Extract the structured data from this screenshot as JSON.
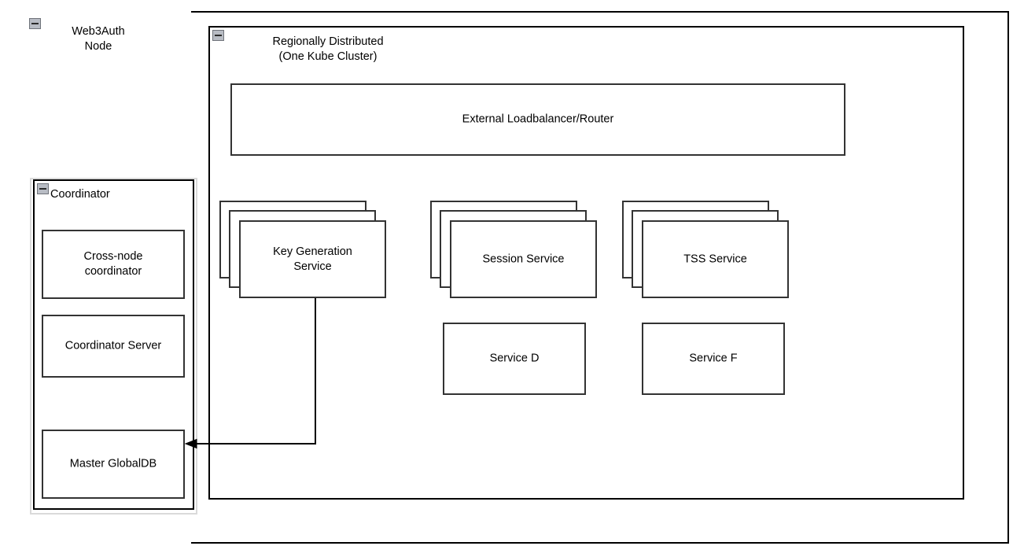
{
  "diagram": {
    "type": "architecture-diagram",
    "background": "#ffffff",
    "line_color": "#333333",
    "container_line_color": "#000000",
    "collapse_icon_fill": "#b8bcc4",
    "collapse_icon_stroke": "#6f737a"
  },
  "outer_frame": {
    "name": "outer-page-frame"
  },
  "web3auth_node": {
    "label": "Web3Auth\nNode",
    "collapse_icon": "collapse-minus-icon"
  },
  "regionally_distributed": {
    "label": "Regionally Distributed\n(One Kube Cluster)",
    "collapse_icon": "collapse-minus-icon"
  },
  "coordinator": {
    "label": "Coordinator",
    "collapse_icon": "collapse-minus-icon",
    "children": [
      {
        "id": "cross-node-coordinator",
        "label": "Cross-node\ncoordinator"
      },
      {
        "id": "coordinator-server",
        "label": "Coordinator Server"
      },
      {
        "id": "master-globaldb",
        "label": "Master GlobalDB"
      }
    ]
  },
  "loadbalancer": {
    "label": "External Loadbalancer/Router"
  },
  "services": {
    "stacked": [
      {
        "id": "key-generation-service",
        "label": "Key Generation\nService",
        "replicas": 3
      },
      {
        "id": "session-service",
        "label": "Session Service",
        "replicas": 3
      },
      {
        "id": "tss-service",
        "label": "TSS Service",
        "replicas": 3
      }
    ],
    "single": [
      {
        "id": "service-d",
        "label": "Service D"
      },
      {
        "id": "service-f",
        "label": "Service F"
      }
    ]
  },
  "connectors": [
    {
      "id": "keygen-to-masterdb",
      "from": "key-generation-service",
      "to": "master-globaldb",
      "arrow": "single-arrow-left"
    }
  ]
}
